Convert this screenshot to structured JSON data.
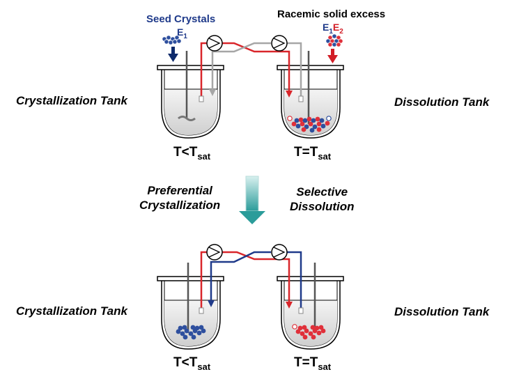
{
  "top_row": {
    "left_label": "Crystallization Tank",
    "right_label": "Dissolution Tank",
    "left_temp": {
      "main": "T<T",
      "sub": "sat"
    },
    "right_temp": {
      "main": "T=T",
      "sub": "sat"
    },
    "seed_label": "Seed Crystals",
    "seed_species": {
      "main": "E",
      "sub": "1"
    },
    "racemic_label": "Racemic solid excess",
    "racemic_species": [
      {
        "main": "E",
        "sub": "1"
      },
      {
        "main": "E",
        "sub": "2"
      }
    ]
  },
  "middle": {
    "left_process": [
      "Preferential",
      "Crystallization"
    ],
    "right_process": [
      "Selective",
      "Dissolution"
    ]
  },
  "bottom_row": {
    "left_label": "Crystallization Tank",
    "right_label": "Dissolution Tank",
    "left_temp": {
      "main": "T<T",
      "sub": "sat"
    },
    "right_temp": {
      "main": "T=T",
      "sub": "sat"
    }
  },
  "colors": {
    "line_red": "#d9262b",
    "line_blue": "#1f3a8a",
    "line_grey": "#a6a6a6",
    "seed_blue": "#2e4f9e",
    "crystal_red": "#e0303a",
    "arrow_navy": "#0d2a6b",
    "arrow_red": "#d21e27",
    "arrow_teal": "#2b9c9a"
  }
}
